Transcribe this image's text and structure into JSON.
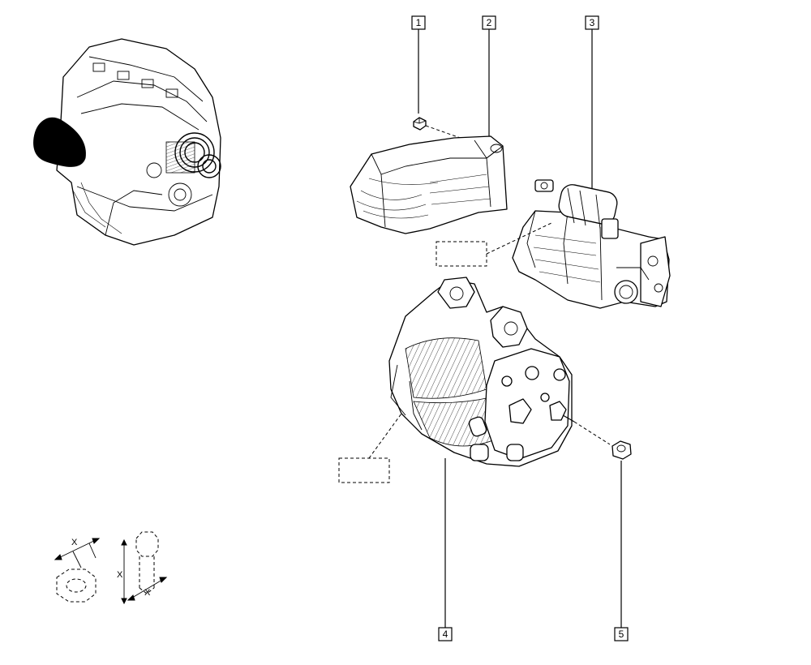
{
  "callouts": [
    {
      "id": "1",
      "label": "1"
    },
    {
      "id": "2",
      "label": "2"
    },
    {
      "id": "3",
      "label": "3"
    },
    {
      "id": "4",
      "label": "4"
    },
    {
      "id": "5",
      "label": "5"
    }
  ],
  "dimension_key": {
    "nut_label": "X",
    "bolt_length_label": "X",
    "bolt_diameter_label": "X"
  }
}
